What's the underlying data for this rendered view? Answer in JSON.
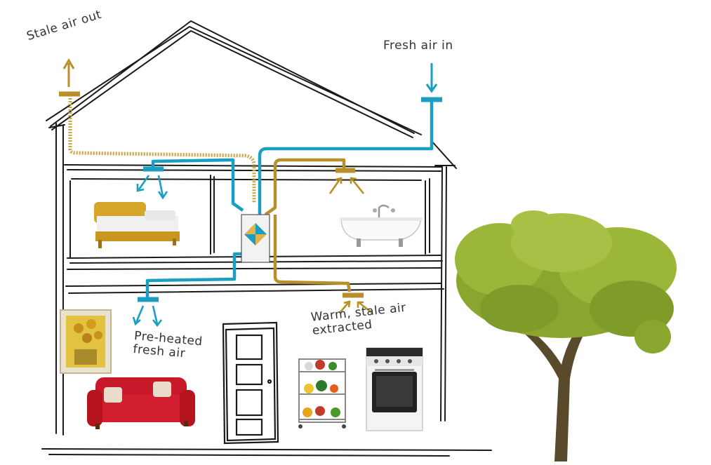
{
  "labels": {
    "stale_air_out": "Stale air out",
    "fresh_air_in": "Fresh air in",
    "pre_heated_line1": "Pre-heated",
    "pre_heated_line2": "fresh air",
    "warm_line1": "Warm, stale air",
    "warm_line2": "extracted"
  },
  "colors": {
    "fresh_duct": "#1a9fc0",
    "stale_duct": "#b8902b",
    "sketch_line": "#1a1a1a",
    "tree_foliage": "#8aa62e",
    "bed_gold": "#d4a62a",
    "sofa_red": "#c8192a",
    "oven_black": "#222222"
  },
  "icons": [
    "mvhr-unit-icon",
    "bed-icon",
    "bathtub-icon",
    "sofa-icon",
    "painting-icon",
    "door-icon",
    "vegetable-cart-icon",
    "oven-icon",
    "tree-icon"
  ]
}
